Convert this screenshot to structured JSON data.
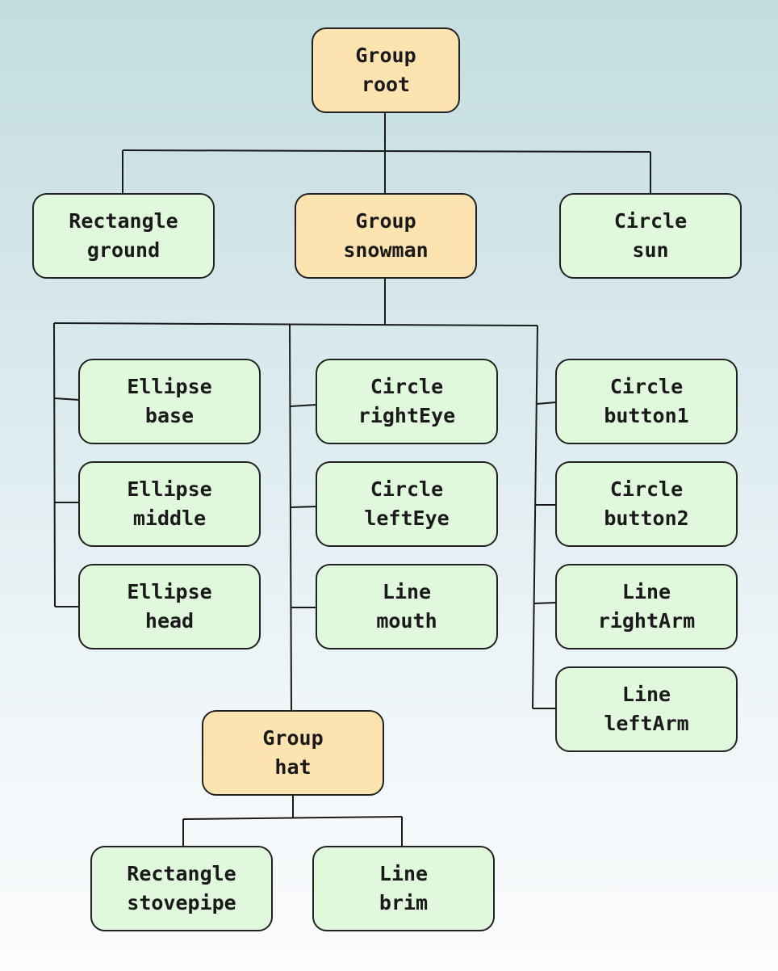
{
  "colors": {
    "group_fill": "#fde3b0",
    "leaf_fill": "#e0f8dc",
    "stroke": "#222222"
  },
  "nodes": [
    {
      "id": "root",
      "kind": "group",
      "type": "Group",
      "name": "root"
    },
    {
      "id": "ground",
      "kind": "leaf",
      "type": "Rectangle",
      "name": "ground"
    },
    {
      "id": "snowman",
      "kind": "group",
      "type": "Group",
      "name": "snowman"
    },
    {
      "id": "sun",
      "kind": "leaf",
      "type": "Circle",
      "name": "sun"
    },
    {
      "id": "base",
      "kind": "leaf",
      "type": "Ellipse",
      "name": "base"
    },
    {
      "id": "middle",
      "kind": "leaf",
      "type": "Ellipse",
      "name": "middle"
    },
    {
      "id": "head",
      "kind": "leaf",
      "type": "Ellipse",
      "name": "head"
    },
    {
      "id": "rightEye",
      "kind": "leaf",
      "type": "Circle",
      "name": "rightEye"
    },
    {
      "id": "leftEye",
      "kind": "leaf",
      "type": "Circle",
      "name": "leftEye"
    },
    {
      "id": "mouth",
      "kind": "leaf",
      "type": "Line",
      "name": "mouth"
    },
    {
      "id": "button1",
      "kind": "leaf",
      "type": "Circle",
      "name": "button1"
    },
    {
      "id": "button2",
      "kind": "leaf",
      "type": "Circle",
      "name": "button2"
    },
    {
      "id": "rightArm",
      "kind": "leaf",
      "type": "Line",
      "name": "rightArm"
    },
    {
      "id": "leftArm",
      "kind": "leaf",
      "type": "Line",
      "name": "leftArm"
    },
    {
      "id": "hat",
      "kind": "group",
      "type": "Group",
      "name": "hat"
    },
    {
      "id": "stovepipe",
      "kind": "leaf",
      "type": "Rectangle",
      "name": "stovepipe"
    },
    {
      "id": "brim",
      "kind": "leaf",
      "type": "Line",
      "name": "brim"
    }
  ],
  "edges": [
    [
      "root",
      "ground"
    ],
    [
      "root",
      "snowman"
    ],
    [
      "root",
      "sun"
    ],
    [
      "snowman",
      "base"
    ],
    [
      "snowman",
      "middle"
    ],
    [
      "snowman",
      "head"
    ],
    [
      "snowman",
      "rightEye"
    ],
    [
      "snowman",
      "leftEye"
    ],
    [
      "snowman",
      "mouth"
    ],
    [
      "snowman",
      "hat"
    ],
    [
      "snowman",
      "button1"
    ],
    [
      "snowman",
      "button2"
    ],
    [
      "snowman",
      "rightArm"
    ],
    [
      "snowman",
      "leftArm"
    ],
    [
      "hat",
      "stovepipe"
    ],
    [
      "hat",
      "brim"
    ]
  ]
}
